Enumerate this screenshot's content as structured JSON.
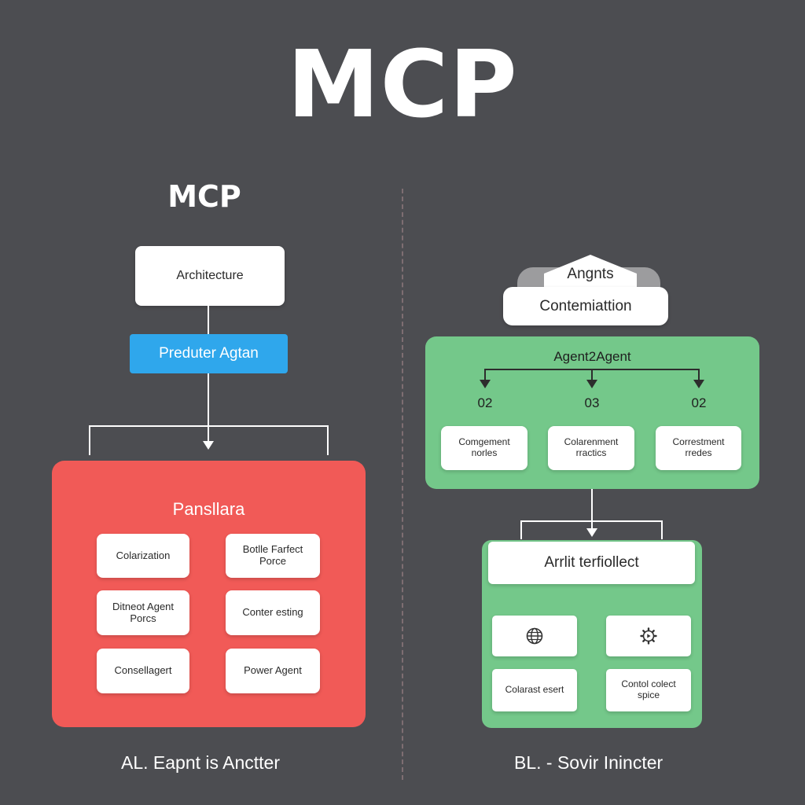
{
  "title": "MCP",
  "left": {
    "subtitle": "MCP",
    "architecture_label": "Architecture",
    "producer_label": "Preduter Agtan",
    "panel": {
      "title": "Pansllara",
      "items": [
        "Colarization",
        "Botlle Farfect\nPorce",
        "Ditneot Agent\nPorcs",
        "Conter esting",
        "Consellagert",
        "Power Agent"
      ]
    },
    "caption": "AL.  Eapnt is Anctter"
  },
  "right": {
    "cloud_top_label": "Angnts",
    "cloud_label": "Contemiattion",
    "a2a": {
      "title": "Agent2Agent",
      "numbers": [
        "02",
        "03",
        "02"
      ],
      "items": [
        "Comgement\nnorles",
        "Colarenment\nrractics",
        "Correstment\nrredes"
      ]
    },
    "lower": {
      "header": "Arrlit terfiollect",
      "icons": [
        "globe-icon",
        "gear-icon"
      ],
      "items": [
        "Colarast esert",
        "Contol colect\nspice"
      ]
    },
    "caption": "BL. - Sovir Inincter"
  },
  "colors": {
    "background": "#4c4d51",
    "panel_red": "#f15a57",
    "panel_green": "#74c88a",
    "accent_blue": "#2fa7ec",
    "divider": "#7e6e72"
  }
}
